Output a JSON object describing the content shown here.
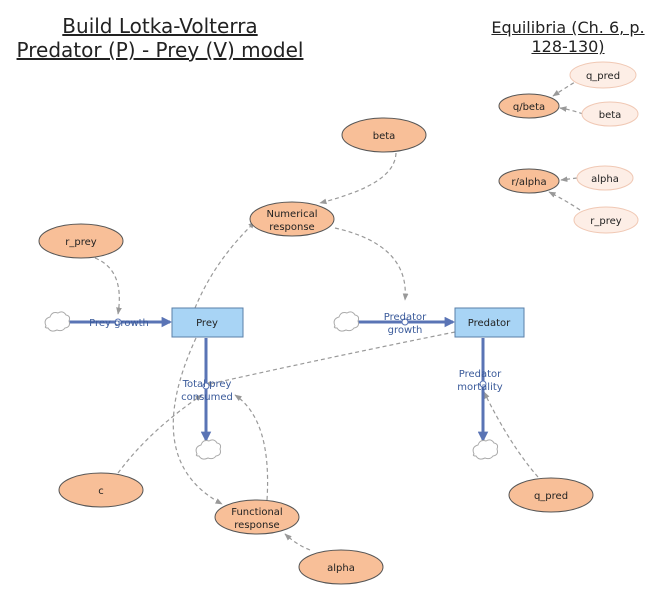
{
  "title": {
    "line1": "Build Lotka-Volterra",
    "line2": "Predator (P) - Prey (V) model"
  },
  "equilibria": {
    "line1": "Equilibria (Ch. 6, p.",
    "line2": "128-130)"
  },
  "stocks": {
    "prey": "Prey",
    "predator": "Predator"
  },
  "flows": {
    "prey_growth": "Prey growth",
    "predator_growth": [
      "Predator",
      "growth"
    ],
    "total_prey_consumed": [
      "Total prey",
      "consumed"
    ],
    "predator_mortality": [
      "Predator",
      "mortality"
    ]
  },
  "converters": {
    "beta": "beta",
    "numerical_response": [
      "Numerical",
      "response"
    ],
    "r_prey": "r_prey",
    "c": "c",
    "functional_response": [
      "Functional",
      "response"
    ],
    "alpha": "alpha",
    "q_pred": "q_pred"
  },
  "equilibria_nodes": {
    "q_over_beta": "q/beta",
    "r_over_alpha": "r/alpha",
    "ghost_q_pred": "q_pred",
    "ghost_beta": "beta",
    "ghost_alpha": "alpha",
    "ghost_r_prey": "r_prey"
  },
  "colors": {
    "stock_fill": "#a8d4f5",
    "stock_border": "#5a7fa8",
    "flow_pipe": "#5a74b5",
    "flow_label": "#3a5a9a",
    "converter_fill": "#f8bf98",
    "converter_border": "#555555",
    "ghost_fill": "#fdeee6",
    "ghost_border": "#f0c8b4",
    "connector": "#999999"
  }
}
